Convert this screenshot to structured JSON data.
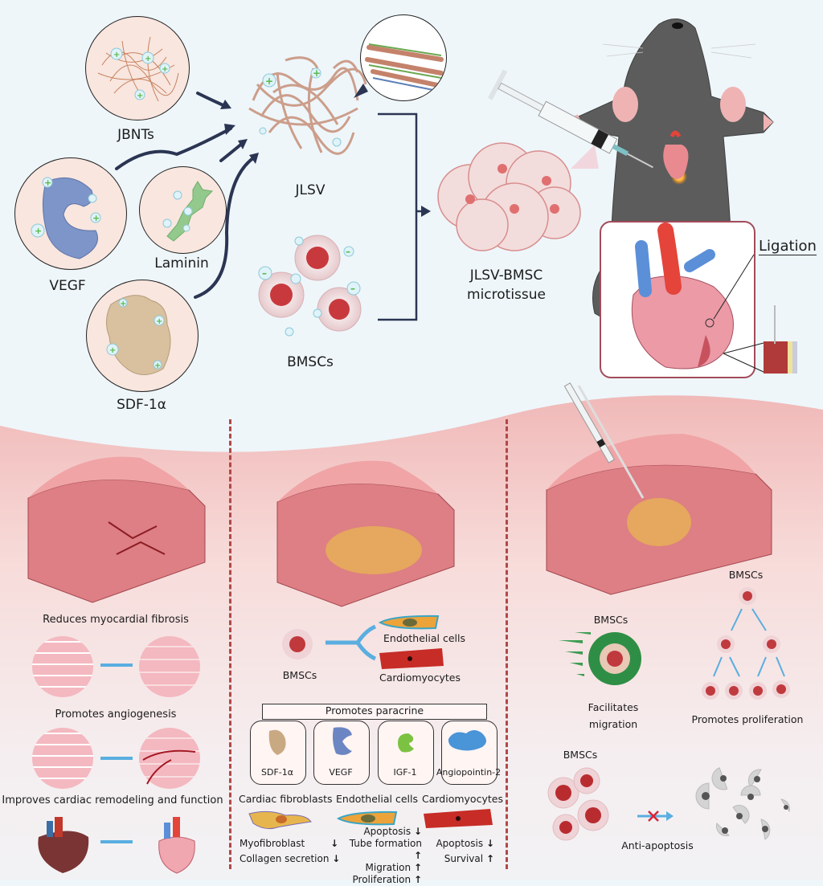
{
  "top": {
    "components": {
      "jbnts": "JBNTs",
      "vegf": "VEGF",
      "laminin": "Laminin",
      "sdf": "SDF-1α",
      "jlsv": "JLSV",
      "bmscs": "BMSCs",
      "microtissue_line1": "JLSV-BMSC",
      "microtissue_line2": "microtissue",
      "ligation": "Ligation"
    }
  },
  "panel_left": {
    "heading1": "Reduces myocardial fibrosis",
    "heading2": "Promotes angiogenesis",
    "heading3": "Improves cardiac remodeling and function"
  },
  "panel_middle": {
    "bmscs": "BMSCs",
    "endothelial": "Endothelial cells",
    "cardiomyocytes": "Cardiomyocytes",
    "paracrine": "Promotes   paracrine",
    "factors": [
      "SDF-1α",
      "VEGF",
      "IGF-1",
      "Angiopointin-2"
    ],
    "targets": {
      "fibroblasts": {
        "title": "Cardiac fibroblasts",
        "effects": [
          {
            "label": "Myofibroblast",
            "dir": "↓"
          },
          {
            "label": "Collagen secretion",
            "dir": "↓"
          }
        ]
      },
      "endothelial": {
        "title": "Endothelial cells",
        "effects": [
          {
            "label": "Apoptosis",
            "dir": "↓"
          },
          {
            "label": "Tube formation",
            "dir": "↑"
          },
          {
            "label": "Migration",
            "dir": "↑"
          },
          {
            "label": "Proliferation",
            "dir": "↑"
          }
        ]
      },
      "cardiomyocytes": {
        "title": "Cardiomyocytes",
        "effects": [
          {
            "label": "Apoptosis",
            "dir": "↓"
          },
          {
            "label": "Survival",
            "dir": "↑"
          }
        ]
      }
    }
  },
  "panel_right": {
    "bmscs_prolif": "BMSCs",
    "bmscs_migr": "BMSCs",
    "migration_line1": "Facilitates",
    "migration_line2": "migration",
    "proliferation": "Promotes  proliferation",
    "bmscs_apop": "BMSCs",
    "anti_apoptosis": "Anti-apoptosis"
  },
  "colors": {
    "background": "#eef6fa",
    "arrow_navy": "#2b3553",
    "divider": "#b04848",
    "pink_band": "#f3c7c5",
    "flow_arrow": "#5aaee0"
  }
}
